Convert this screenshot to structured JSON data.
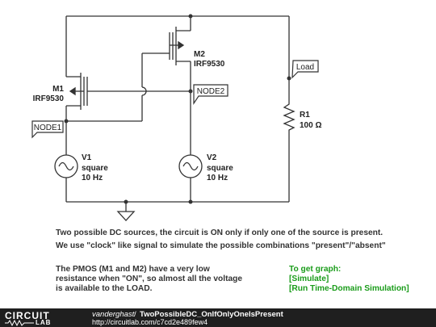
{
  "components": {
    "m1": {
      "name": "M1",
      "part": "IRF9530"
    },
    "m2": {
      "name": "M2",
      "part": "IRF9530"
    },
    "v1": {
      "name": "V1",
      "type": "square",
      "freq": "10 Hz"
    },
    "v2": {
      "name": "V2",
      "type": "square",
      "freq": "10 Hz"
    },
    "r1": {
      "name": "R1",
      "value": "100 Ω"
    }
  },
  "node_labels": {
    "node1": "NODE1",
    "node2": "NODE2",
    "load": "Load"
  },
  "description": {
    "line1": "Two possible DC sources, the circuit is ON only if only one of the source is present.",
    "line2": "We use \"clock\" like signal to simulate the possible combinations \"present\"/\"absent\"",
    "para2_line1": "The PMOS (M1 and M2) have a very low",
    "para2_line2": "resistance when \"ON\", so almost all the voltage",
    "para2_line3": "is available to the LOAD."
  },
  "instructions": {
    "title": "To get graph:",
    "step1": "[Simulate]",
    "step2": "[Run Time-Domain Simulation]"
  },
  "footer": {
    "logo_top": "CIRCUIT",
    "logo_bottom": "LAB",
    "author": "vanderghast",
    "separator": "/",
    "circuit_title": "TwoPossibleDC_OnIfOnlyOneIsPresent",
    "url": "http://circuitlab.com/c7cd2e489few4"
  },
  "colors": {
    "wire": "#333333",
    "tag_bg": "#ffffff",
    "tag_border": "#333333",
    "accent_green": "#1a9c1a",
    "footer_bg": "#1f1f1f"
  }
}
